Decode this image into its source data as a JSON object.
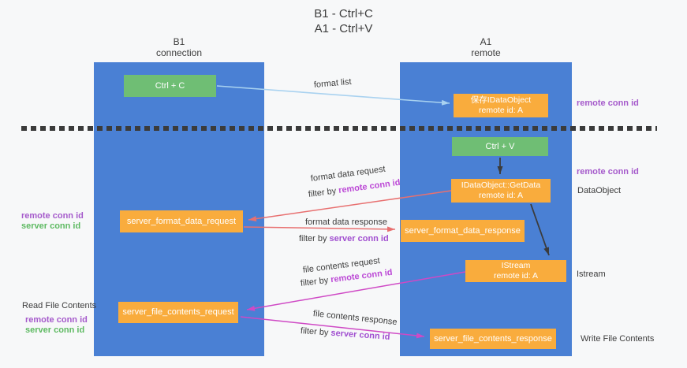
{
  "title": {
    "line1": "B1 - Ctrl+C",
    "line2": "A1 - Ctrl+V"
  },
  "lanes": {
    "left": {
      "name": "B1",
      "role": "connection"
    },
    "right": {
      "name": "A1",
      "role": "remote"
    }
  },
  "nodes": {
    "ctrl_c": "Ctrl + C",
    "ctrl_v": "Ctrl + V",
    "save_idataobject": {
      "line1": "保存IDataObject",
      "line2": "remote id: A"
    },
    "getdata": {
      "line1": "IDataObject::GetData",
      "line2": "remote id: A"
    },
    "istream": {
      "line1": "IStream",
      "line2": "remote id: A"
    },
    "format_request": "server_format_data_request",
    "format_response": "server_format_data_response",
    "file_request": "server_file_contents_request",
    "file_response": "server_file_contents_response"
  },
  "edge_labels": {
    "format_list": "format list",
    "format_data_request": "format data request",
    "format_data_response": "format data response",
    "file_contents_request": "file contents request",
    "file_contents_response": "file contents response",
    "filter_by": "filter by ",
    "remote_conn_id": "remote conn id",
    "server_conn_id": "server conn id"
  },
  "side_labels": {
    "remote_conn_id_top": "remote conn id",
    "remote_conn_id_mid": "remote conn id",
    "dataobject": "DataObject",
    "istream": "Istream",
    "write_file_contents": "Write File Contents",
    "read_file_contents": "Read File Contents",
    "left_remote_conn_id_top": "remote conn id",
    "left_server_conn_id_top": "server conn id",
    "left_remote_conn_id_bottom": "remote conn id",
    "left_server_conn_id_bottom": "server conn id"
  },
  "colors": {
    "lane_blue": "#4a80d4",
    "node_orange": "#f9ac3d",
    "node_green": "#6fbe74",
    "arrow_light_blue": "#a9d2f0",
    "arrow_black": "#3b3b3b",
    "arrow_red": "#e87070",
    "arrow_magenta": "#cf49c5",
    "label_purple": "#a55acb",
    "label_green": "#5eba62",
    "background": "#f7f8f9"
  }
}
